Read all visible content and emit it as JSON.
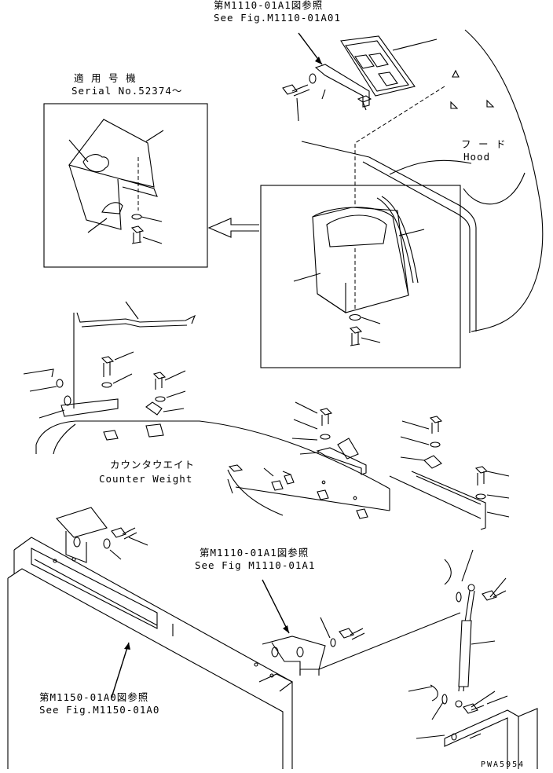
{
  "labels": {
    "ref_top_jp": "第M1110-01A1図参照",
    "ref_top_en": "See Fig.M1110-01A01",
    "serial_jp": "適 用 号 機",
    "serial_en": "Serial No.52374～",
    "hood_jp": "フ ー ド",
    "hood_en": "Hood",
    "counterweight_jp": "カウンタウエイト",
    "counterweight_en": "Counter Weight",
    "ref_mid_jp": "第M1110-01A1図参照",
    "ref_mid_en": "See Fig M1110-01A1",
    "ref_bottom_jp": "第M1150-01A0図参照",
    "ref_bottom_en": "See Fig.M1150-01A0",
    "drawing_code": "PWA5954"
  }
}
